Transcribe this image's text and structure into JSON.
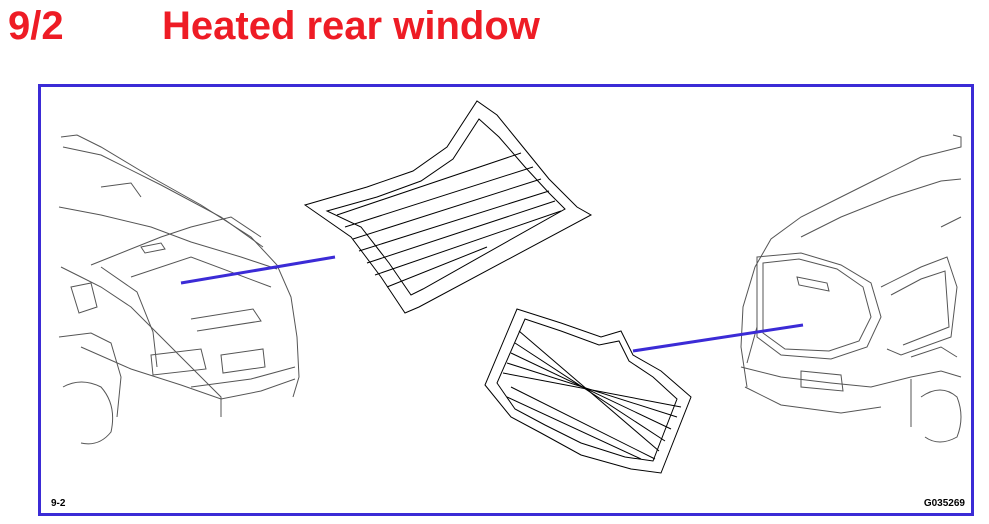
{
  "header": {
    "section_number": "9/2",
    "title": "Heated rear window"
  },
  "figure": {
    "label": "9-2",
    "code": "G035269"
  },
  "colors": {
    "title": "#ee1c25",
    "frame": "#3b2bd6",
    "pointer": "#3b2bd6",
    "line_art": "#4a4a4a"
  }
}
